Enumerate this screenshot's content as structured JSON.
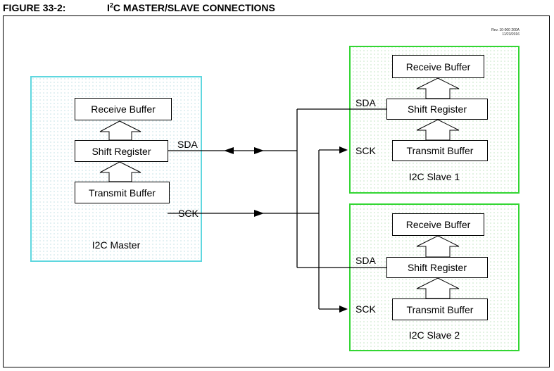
{
  "figure": {
    "number": "FIGURE 33-2:",
    "title_prefix": "I",
    "title_sup": "2",
    "title_rest": "C MASTER/SLAVE CONNECTIONS",
    "revision_line1": "Rev. 10-000 200A",
    "revision_line2": "11/23/2016"
  },
  "master": {
    "label": "I2C Master",
    "receive_buffer": "Receive Buffer",
    "shift_register": "Shift Register",
    "transmit_buffer": "Transmit Buffer",
    "sda_label": "SDA",
    "sck_label": "SCK"
  },
  "slave1": {
    "label": "I2C Slave 1",
    "receive_buffer": "Receive Buffer",
    "shift_register": "Shift Register",
    "transmit_buffer": "Transmit Buffer",
    "sda_label": "SDA",
    "sck_label": "SCK"
  },
  "slave2": {
    "label": "I2C Slave 2",
    "receive_buffer": "Receive Buffer",
    "shift_register": "Shift Register",
    "transmit_buffer": "Transmit Buffer",
    "sda_label": "SDA",
    "sck_label": "SCK"
  },
  "colors": {
    "master_border": "#5fd7df",
    "master_dots": "#8fc8cf",
    "slave_border": "#33d633",
    "slave_dots": "#8fcf8f",
    "line": "#000000"
  }
}
